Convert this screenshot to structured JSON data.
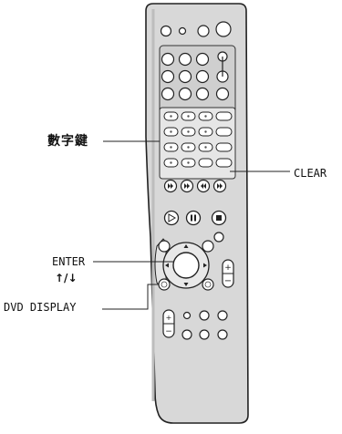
{
  "labels": {
    "digits": "數字鍵",
    "clear": "CLEAR",
    "enter": "ENTER",
    "arrows": "↑/↓",
    "dvd_display": "DVD DISPLAY"
  },
  "icons": {
    "play": "play-icon",
    "pause": "pause-icon",
    "stop": "stop-icon",
    "prev": "previous-icon",
    "next": "next-icon",
    "rewind": "rewind-icon",
    "forward": "fast-forward-icon"
  },
  "colors": {
    "body": "#d8d8d8",
    "outline": "#222222",
    "button": "#ffffff",
    "shadow": "#9a9a9a"
  }
}
